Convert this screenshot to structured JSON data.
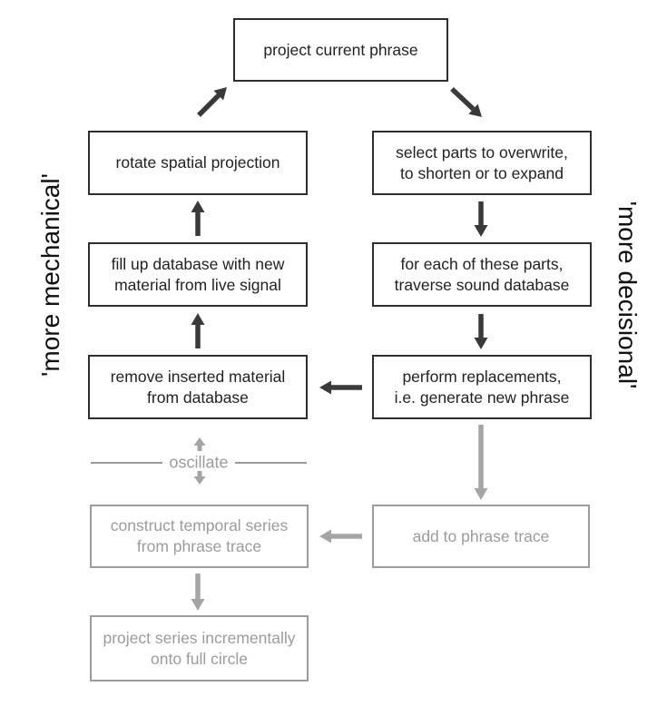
{
  "side_labels": {
    "left": "'more mechanical'",
    "right": "'more decisional'"
  },
  "nodes": {
    "project_current_phrase": "project current phrase",
    "rotate_spatial_projection": "rotate spatial projection",
    "fill_up_database": "fill up database with new\nmaterial from live signal",
    "remove_inserted_material": "remove inserted material\nfrom database",
    "select_parts": "select parts to overwrite,\nto shorten or to expand",
    "traverse_database": "for each of these parts,\ntraverse sound database",
    "perform_replacements": "perform replacements,\ni.e. generate new phrase",
    "construct_temporal_series": "construct temporal series\nfrom phrase trace",
    "add_to_phrase_trace": "add to phrase trace",
    "project_series": "project series incrementally\nonto full circle"
  },
  "oscillate": {
    "label": "oscillate"
  },
  "colors": {
    "active_node": "#2e2e2e",
    "inactive_node": "#9b9b9b",
    "active_arrow": "#3a3a3a",
    "inactive_arrow": "#a5a5a5",
    "background": "#ffffff"
  }
}
